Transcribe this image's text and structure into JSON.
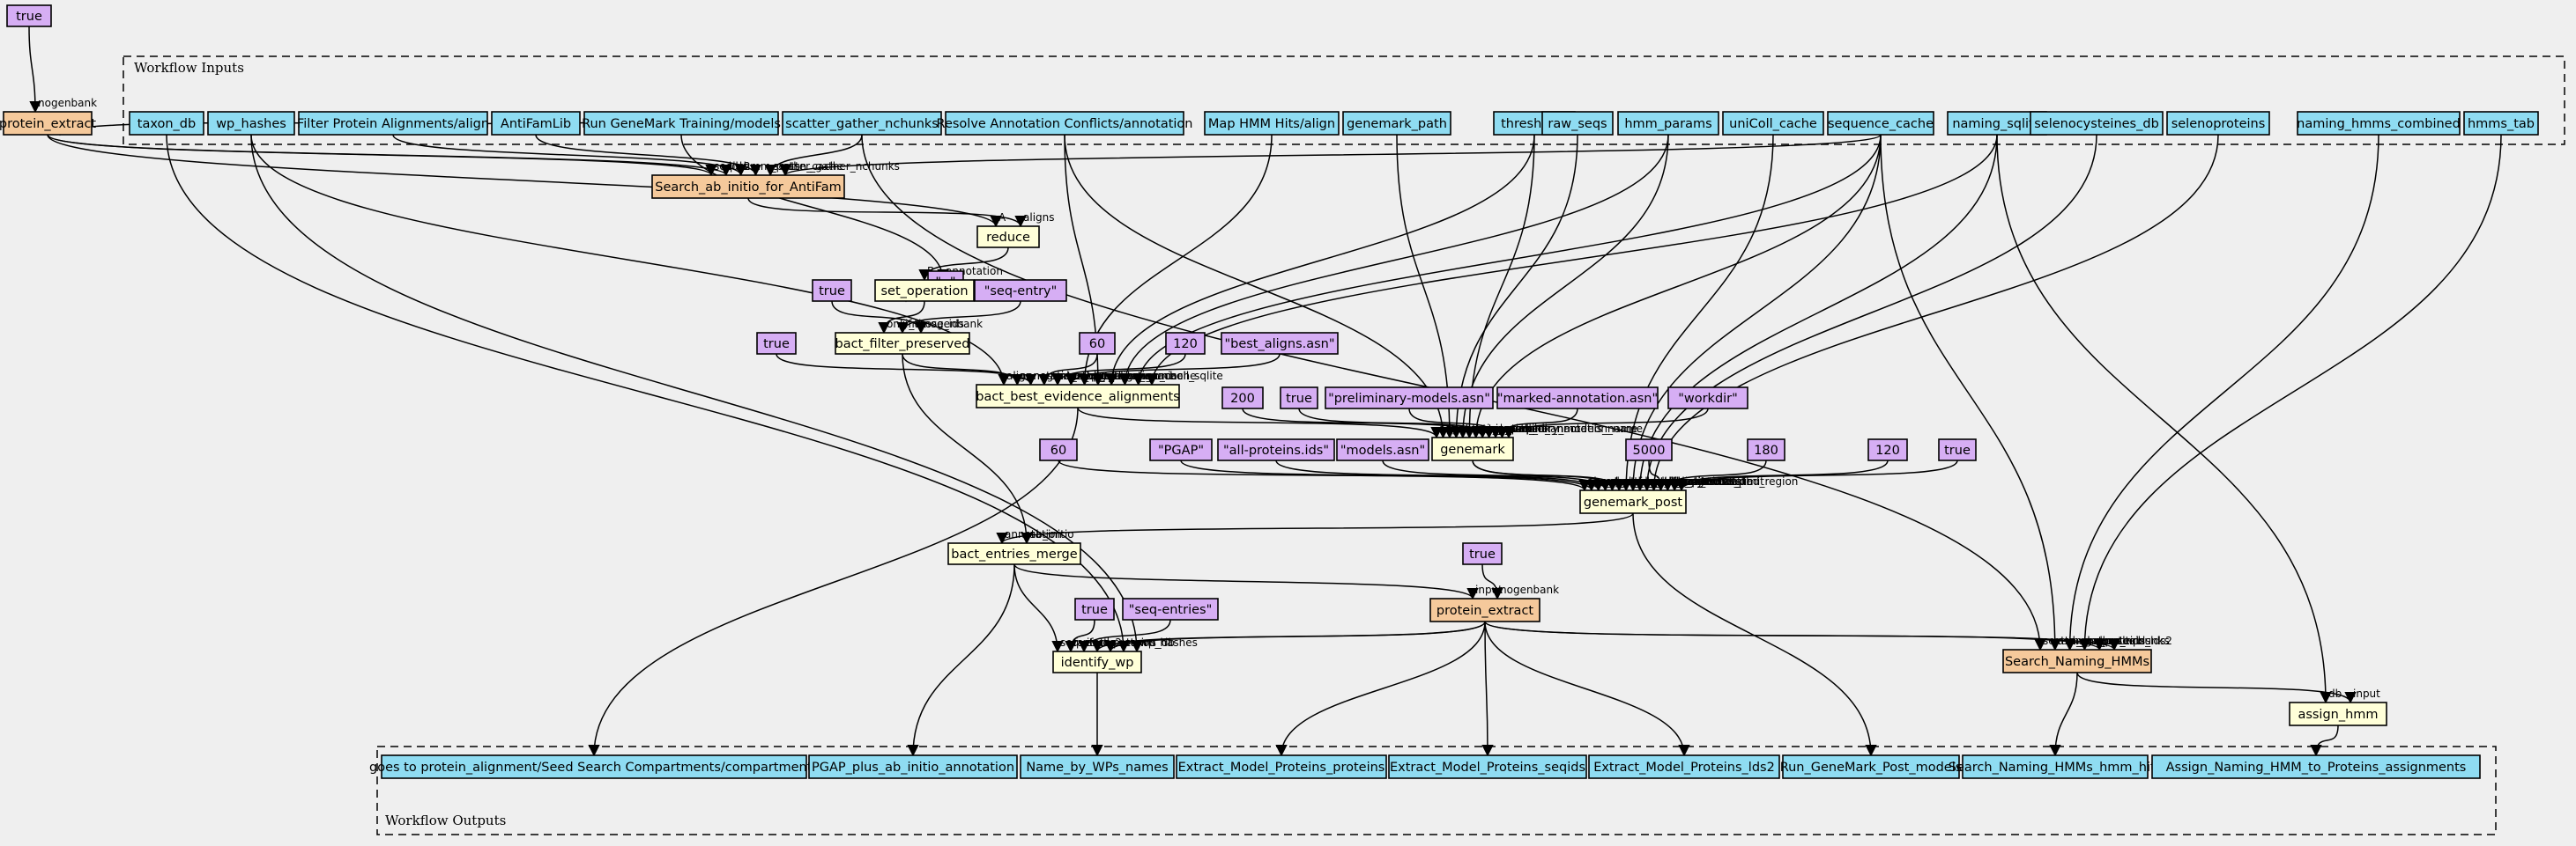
{
  "clusters": {
    "inputs": "Workflow Inputs",
    "outputs": "Workflow Outputs"
  },
  "palette": {
    "io": "#8fdcf2",
    "step": "#f5c99b",
    "expression": "#ffffd8",
    "parameter": "#d6aef4"
  },
  "nodes": [
    {
      "id": "p_true_top",
      "label": "true",
      "kind": "param"
    },
    {
      "id": "protein_extract_top",
      "label": "protein_extract",
      "kind": "step"
    },
    {
      "id": "in_taxon_db",
      "label": "taxon_db",
      "kind": "io"
    },
    {
      "id": "in_wp_hashes",
      "label": "wp_hashes",
      "kind": "io"
    },
    {
      "id": "in_filter_align",
      "label": "Filter Protein Alignments/align",
      "kind": "io"
    },
    {
      "id": "in_antifamlib",
      "label": "AntiFamLib",
      "kind": "io"
    },
    {
      "id": "in_run_genemark_models",
      "label": "Run GeneMark Training/models",
      "kind": "io"
    },
    {
      "id": "in_scatter",
      "label": "scatter_gather_nchunks",
      "kind": "io"
    },
    {
      "id": "in_resolve",
      "label": "Resolve Annotation Conflicts/annotation",
      "kind": "io"
    },
    {
      "id": "in_map_hmm",
      "label": "Map HMM Hits/align",
      "kind": "io"
    },
    {
      "id": "in_genemark_path",
      "label": "genemark_path",
      "kind": "io"
    },
    {
      "id": "in_thresholds",
      "label": "thresholds",
      "kind": "io"
    },
    {
      "id": "in_raw_seqs",
      "label": "raw_seqs",
      "kind": "io"
    },
    {
      "id": "in_hmm_params",
      "label": "hmm_params",
      "kind": "io"
    },
    {
      "id": "in_unicoll",
      "label": "uniColl_cache",
      "kind": "io"
    },
    {
      "id": "in_sequence_cache",
      "label": "sequence_cache",
      "kind": "io"
    },
    {
      "id": "in_naming_sqlite",
      "label": "naming_sqlite",
      "kind": "io"
    },
    {
      "id": "in_selenodb",
      "label": "selenocysteines_db",
      "kind": "io"
    },
    {
      "id": "in_selenoproteins",
      "label": "selenoproteins",
      "kind": "io"
    },
    {
      "id": "in_naming_hmms",
      "label": "naming_hmms_combined",
      "kind": "io"
    },
    {
      "id": "in_hmms_tab",
      "label": "hmms_tab",
      "kind": "io"
    },
    {
      "id": "search_antifam",
      "label": "Search_ab_initio_for_AntiFam",
      "kind": "step"
    },
    {
      "id": "reduce",
      "label": "reduce",
      "kind": "expr"
    },
    {
      "id": "p_star",
      "label": "\"-,\"",
      "kind": "param"
    },
    {
      "id": "set_operation",
      "label": "set_operation",
      "kind": "expr"
    },
    {
      "id": "p_seq_entry",
      "label": "\"seq-entry\"",
      "kind": "param"
    },
    {
      "id": "p_true_bfp",
      "label": "true",
      "kind": "param"
    },
    {
      "id": "bact_filter_preserved",
      "label": "bact_filter_preserved",
      "kind": "expr"
    },
    {
      "id": "p_true_bbea",
      "label": "true",
      "kind": "param"
    },
    {
      "id": "p_60a",
      "label": "60",
      "kind": "param"
    },
    {
      "id": "p_120a",
      "label": "120",
      "kind": "param"
    },
    {
      "id": "p_best_aligns",
      "label": "\"best_aligns.asn\"",
      "kind": "param"
    },
    {
      "id": "bact_best",
      "label": "bact_best_evidence_alignments",
      "kind": "expr"
    },
    {
      "id": "p_200",
      "label": "200",
      "kind": "param"
    },
    {
      "id": "p_true_gm",
      "label": "true",
      "kind": "param"
    },
    {
      "id": "p_prelim",
      "label": "\"preliminary-models.asn\"",
      "kind": "param"
    },
    {
      "id": "p_marked",
      "label": "\"marked-annotation.asn\"",
      "kind": "param"
    },
    {
      "id": "p_workdir",
      "label": "\"workdir\"",
      "kind": "param"
    },
    {
      "id": "genemark",
      "label": "genemark",
      "kind": "expr"
    },
    {
      "id": "p_60b",
      "label": "60",
      "kind": "param"
    },
    {
      "id": "p_pgap",
      "label": "\"PGAP\"",
      "kind": "param"
    },
    {
      "id": "p_allprot",
      "label": "\"all-proteins.ids\"",
      "kind": "param"
    },
    {
      "id": "p_models",
      "label": "\"models.asn\"",
      "kind": "param"
    },
    {
      "id": "p_5000",
      "label": "5000",
      "kind": "param"
    },
    {
      "id": "p_180",
      "label": "180",
      "kind": "param"
    },
    {
      "id": "p_120b",
      "label": "120",
      "kind": "param"
    },
    {
      "id": "p_true_gp",
      "label": "true",
      "kind": "param"
    },
    {
      "id": "genemark_post",
      "label": "genemark_post",
      "kind": "expr"
    },
    {
      "id": "bact_entries_merge",
      "label": "bact_entries_merge",
      "kind": "expr"
    },
    {
      "id": "p_true_pe2",
      "label": "true",
      "kind": "param"
    },
    {
      "id": "protein_extract_mid",
      "label": "protein_extract",
      "kind": "step"
    },
    {
      "id": "p_true_fast",
      "label": "true",
      "kind": "param"
    },
    {
      "id": "p_seq_entries",
      "label": "\"seq-entries\"",
      "kind": "param"
    },
    {
      "id": "identify_wp",
      "label": "identify_wp",
      "kind": "expr"
    },
    {
      "id": "search_naming",
      "label": "Search_Naming_HMMs",
      "kind": "step"
    },
    {
      "id": "assign_hmm",
      "label": "assign_hmm",
      "kind": "expr"
    },
    {
      "id": "out_seed",
      "label": "goes to protein_alignment/Seed Search Compartments/compartments",
      "kind": "io"
    },
    {
      "id": "out_pgap",
      "label": "PGAP_plus_ab_initio_annotation",
      "kind": "io"
    },
    {
      "id": "out_name_wp",
      "label": "Name_by_WPs_names",
      "kind": "io"
    },
    {
      "id": "out_emp_proteins",
      "label": "Extract_Model_Proteins_proteins",
      "kind": "io"
    },
    {
      "id": "out_emp_seqids",
      "label": "Extract_Model_Proteins_seqids",
      "kind": "io"
    },
    {
      "id": "out_emp_lds2",
      "label": "Extract_Model_Proteins_lds2",
      "kind": "io"
    },
    {
      "id": "out_rgpm",
      "label": "Run_GeneMark_Post_models",
      "kind": "io"
    },
    {
      "id": "out_snh_hits",
      "label": "Search_Naming_HMMs_hmm_hits",
      "kind": "io"
    },
    {
      "id": "out_anh",
      "label": "Assign_Naming_HMM_to_Proteins_assignments",
      "kind": "io"
    }
  ],
  "edges": [
    {
      "from": "p_true_top",
      "to": "protein_extract_top",
      "label": "nogenbank"
    },
    {
      "from": "in_run_genemark_models",
      "to": "protein_extract_top",
      "label": "input"
    },
    {
      "from": "protein_extract_top",
      "to": "search_antifam",
      "label": "seqids"
    },
    {
      "from": "protein_extract_top",
      "to": "search_antifam",
      "label": "lds2"
    },
    {
      "from": "in_filter_align",
      "to": "search_antifam",
      "label": "hmm_path"
    },
    {
      "from": "in_antifamlib",
      "to": "search_antifam",
      "label": ""
    },
    {
      "from": "in_scatter",
      "to": "search_antifam",
      "label": "scatter_gather_nchunks"
    },
    {
      "from": "in_sequence_cache",
      "to": "search_antifam",
      "label": "asn_cache"
    },
    {
      "from": "protein_extract_top",
      "to": "reduce",
      "label": "A"
    },
    {
      "from": "search_antifam",
      "to": "reduce",
      "label": "aligns"
    },
    {
      "from": "p_star",
      "to": "set_operation",
      "label": "operation"
    },
    {
      "from": "reduce",
      "to": "set_operation",
      "label": "B"
    },
    {
      "from": "in_run_genemark_models",
      "to": "set_operation",
      "label": "annotation"
    },
    {
      "from": "set_operation",
      "to": "bact_filter_preserved",
      "label": "only_those_ids"
    },
    {
      "from": "p_seq_entry",
      "to": "bact_filter_preserved",
      "label": "ifmt"
    },
    {
      "from": "p_true_bfp",
      "to": "bact_filter_preserved",
      "label": "nogenbank"
    },
    {
      "from": "in_wp_hashes",
      "to": "bact_best",
      "label": "align"
    },
    {
      "from": "bact_filter_preserved",
      "to": "bact_best",
      "label": "annotation"
    },
    {
      "from": "p_true_bbea",
      "to": "bact_best",
      "label": "nogenbank"
    },
    {
      "from": "p_60a",
      "to": "bact_best",
      "label": "start_stop_allowance"
    },
    {
      "from": "p_120a",
      "to": "bact_best",
      "label": "max_overlap"
    },
    {
      "from": "p_best_aligns",
      "to": "bact_best",
      "label": "output_align_name"
    },
    {
      "from": "in_map_hmm",
      "to": "bact_best",
      "label": "align"
    },
    {
      "from": "in_resolve",
      "to": "bact_best",
      "label": "annotation"
    },
    {
      "from": "in_thresholds",
      "to": "bact_best",
      "label": "thr"
    },
    {
      "from": "in_hmm_params",
      "to": "bact_best",
      "label": "asn_cache"
    },
    {
      "from": "in_sequence_cache",
      "to": "bact_best",
      "label": "asn_cache"
    },
    {
      "from": "in_naming_sqlite",
      "to": "bact_best",
      "label": "unicoll_sqlite"
    },
    {
      "from": "bact_best",
      "to": "genemark",
      "label": "alignments"
    },
    {
      "from": "in_resolve",
      "to": "genemark",
      "label": "annotation"
    },
    {
      "from": "in_genemark_path",
      "to": "genemark",
      "label": "genemark_path"
    },
    {
      "from": "in_raw_seqs",
      "to": "genemark",
      "label": "sequences"
    },
    {
      "from": "in_hmm_params",
      "to": "genemark",
      "label": "hmm_params"
    },
    {
      "from": "in_thresholds",
      "to": "genemark",
      "label": "thr"
    },
    {
      "from": "in_sequence_cache",
      "to": "genemark",
      "label": "asn_cache"
    },
    {
      "from": "p_200",
      "to": "genemark",
      "label": "min_seq_len"
    },
    {
      "from": "p_true_gm",
      "to": "genemark",
      "label": "nogenbank"
    },
    {
      "from": "p_prelim",
      "to": "genemark",
      "label": "preliminary_models_name"
    },
    {
      "from": "p_marked",
      "to": "genemark",
      "label": "marked_annotation_name"
    },
    {
      "from": "p_workdir",
      "to": "genemark",
      "label": "tmp_dir_name"
    },
    {
      "from": "p_60b",
      "to": "genemark_post",
      "label": "abs_short_model_limit"
    },
    {
      "from": "p_pgap",
      "to": "genemark_post",
      "label": "product_id_prefix"
    },
    {
      "from": "p_allprot",
      "to": "genemark_post",
      "label": "out_product_ids_name"
    },
    {
      "from": "p_models",
      "to": "genemark_post",
      "label": "models_name"
    },
    {
      "from": "genemark",
      "to": "genemark_post",
      "label": "pre_annot"
    },
    {
      "from": "genemark",
      "to": "genemark_post",
      "label": "genemark_annot"
    },
    {
      "from": "in_unicoll",
      "to": "genemark_post",
      "label": "asn_cache"
    },
    {
      "from": "in_sequence_cache",
      "to": "genemark_post",
      "label": "asn_cache"
    },
    {
      "from": "in_naming_sqlite",
      "to": "genemark_post",
      "label": "unicoll_sqlite"
    },
    {
      "from": "in_selenodb",
      "to": "genemark_post",
      "label": "selenocysteines_db"
    },
    {
      "from": "in_selenoproteins",
      "to": "genemark_post",
      "label": "selenocysteines"
    },
    {
      "from": "p_5000",
      "to": "genemark_post",
      "label": "max_unannotated_region"
    },
    {
      "from": "p_180",
      "to": "genemark_post",
      "label": "short_model_limit"
    },
    {
      "from": "p_120b",
      "to": "genemark_post",
      "label": "max_overlap"
    },
    {
      "from": "p_true_gp",
      "to": "genemark_post",
      "label": "nogenbank"
    },
    {
      "from": "genemark_post",
      "to": "bact_entries_merge",
      "label": "annotation"
    },
    {
      "from": "bact_filter_preserved",
      "to": "bact_entries_merge",
      "label": "ab_initio"
    },
    {
      "from": "bact_entries_merge",
      "to": "protein_extract_mid",
      "label": "input"
    },
    {
      "from": "p_true_pe2",
      "to": "protein_extract_mid",
      "label": "nogenbank"
    },
    {
      "from": "bact_entries_merge",
      "to": "identify_wp",
      "label": "sequences"
    },
    {
      "from": "p_true_fast",
      "to": "identify_wp",
      "label": "fast"
    },
    {
      "from": "p_seq_entries",
      "to": "identify_wp",
      "label": "ifmt"
    },
    {
      "from": "protein_extract_mid",
      "to": "identify_wp",
      "label": "lds2"
    },
    {
      "from": "protein_extract_mid",
      "to": "identify_wp",
      "label": "proteins"
    },
    {
      "from": "in_taxon_db",
      "to": "identify_wp",
      "label": "taxon_db"
    },
    {
      "from": "in_wp_hashes",
      "to": "identify_wp",
      "label": "wp_hashes"
    },
    {
      "from": "in_scatter",
      "to": "search_naming",
      "label": "scatter_gather_nchunks"
    },
    {
      "from": "in_sequence_cache",
      "to": "search_naming",
      "label": "asn_cache"
    },
    {
      "from": "in_naming_hmms",
      "to": "search_naming",
      "label": "hmm_path"
    },
    {
      "from": "in_hmms_tab",
      "to": "search_naming",
      "label": "hmms_tab"
    },
    {
      "from": "protein_extract_mid",
      "to": "search_naming",
      "label": "proteins_lds2"
    },
    {
      "from": "protein_extract_mid",
      "to": "search_naming",
      "label": "seqids"
    },
    {
      "from": "in_naming_sqlite",
      "to": "assign_hmm",
      "label": "db"
    },
    {
      "from": "search_naming",
      "to": "assign_hmm",
      "label": "input"
    },
    {
      "from": "bact_best",
      "to": "out_seed",
      "label": ""
    },
    {
      "from": "bact_entries_merge",
      "to": "out_pgap",
      "label": ""
    },
    {
      "from": "identify_wp",
      "to": "out_name_wp",
      "label": ""
    },
    {
      "from": "protein_extract_mid",
      "to": "out_emp_proteins",
      "label": ""
    },
    {
      "from": "protein_extract_mid",
      "to": "out_emp_seqids",
      "label": ""
    },
    {
      "from": "protein_extract_mid",
      "to": "out_emp_lds2",
      "label": ""
    },
    {
      "from": "genemark_post",
      "to": "out_rgpm",
      "label": ""
    },
    {
      "from": "search_naming",
      "to": "out_snh_hits",
      "label": ""
    },
    {
      "from": "assign_hmm",
      "to": "out_anh",
      "label": ""
    }
  ]
}
